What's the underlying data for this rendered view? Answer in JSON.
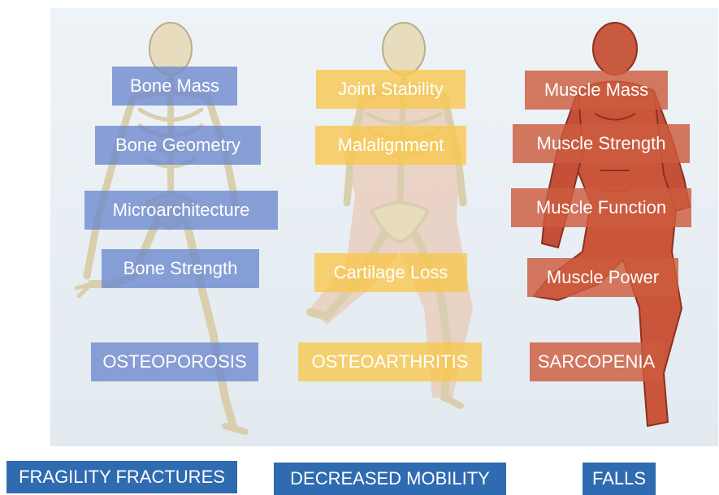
{
  "columns": [
    {
      "figure": "skeleton-figure",
      "factors": [
        "Bone Mass",
        "Bone Geometry",
        "Microarchitecture",
        "Bone Strength"
      ],
      "condition": "OSTEOPOROSIS",
      "color": "#6e89ce"
    },
    {
      "figure": "skeleton-joints-figure",
      "factors": [
        "Joint Stability",
        "Malalignment",
        "Cartilage Loss"
      ],
      "condition": "OSTEOARTHRITIS",
      "color": "#f8c64a"
    },
    {
      "figure": "muscle-figure",
      "factors": [
        "Muscle Mass",
        "Muscle Strength",
        "Muscle Function",
        "Muscle Power"
      ],
      "condition": "SARCOPENIA",
      "color": "#cd5c3e"
    }
  ],
  "outcomes": [
    "FRAGILITY FRACTURES",
    "DECREASED MOBILITY",
    "FALLS"
  ],
  "outcome_color": "#2f6bb0"
}
